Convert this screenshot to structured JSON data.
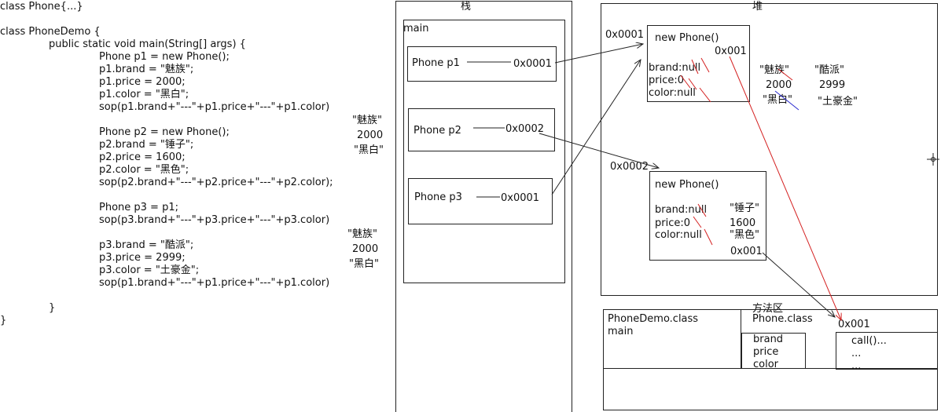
{
  "code": {
    "lines": [
      "class Phone{...}",
      "",
      "class PhoneDemo {",
      "        public static void main(String[] args) {",
      "                Phone p1 = new Phone();",
      "                p1.brand = \"魅族\";",
      "                p1.price = 2000;",
      "                p1.color = \"黑白\";",
      "                sop(p1.brand+\"---\"+p1.price+\"---\"+p1.color)",
      "",
      "                Phone p2 = new Phone();",
      "                p2.brand = \"锤子\";",
      "                p2.price = 1600;",
      "                p2.color = \"黑色\";",
      "                sop(p2.brand+\"---\"+p2.price+\"---\"+p2.color);",
      "",
      "                Phone p3 = p1;",
      "                sop(p3.brand+\"---\"+p3.price+\"---\"+p3.color)",
      "",
      "                p3.brand = \"酷派\";",
      "                p3.price = 2999;",
      "                p3.color = \"土豪金\";",
      "                sop(p1.brand+\"---\"+p1.price+\"---\"+p1.color)",
      "",
      "        }",
      "}"
    ],
    "output1": [
      "\"魅族\"",
      "2000",
      "\"黑白\""
    ],
    "output3": [
      "\"魅族\"",
      "2000",
      "\"黑白\""
    ]
  },
  "stack": {
    "title": "栈",
    "frame": "main",
    "vars": [
      {
        "label": "Phone p1",
        "addr": "0x0001"
      },
      {
        "label": "Phone p2",
        "addr": "0x0002"
      },
      {
        "label": "Phone p3",
        "addr": "0x0001"
      }
    ]
  },
  "heap": {
    "title": "堆",
    "obj1": {
      "addr": "0x0001",
      "title": "new Phone()",
      "class_ref": "0x001",
      "fields": [
        "brand:null",
        "price:0",
        "color:null"
      ],
      "values_a": [
        "\"魅族\"",
        "2000",
        "\"黑白\""
      ],
      "values_b": [
        "\"酷派\"",
        "2999",
        "\"土豪金\""
      ]
    },
    "obj2": {
      "addr": "0x0002",
      "title": "new Phone()",
      "fields": [
        "brand:null",
        "price:0",
        "color:null"
      ],
      "values": [
        "\"锤子\"",
        "1600",
        "\"黑色\""
      ],
      "class_ref": "0x001"
    }
  },
  "method_area": {
    "title": "方法区",
    "demo_class": "PhoneDemo.class",
    "demo_method": "main",
    "phone_class": "Phone.class",
    "fields": [
      "brand",
      "price",
      "color"
    ],
    "addr": "0x001",
    "methods": [
      "call()...",
      "...",
      "..."
    ]
  }
}
